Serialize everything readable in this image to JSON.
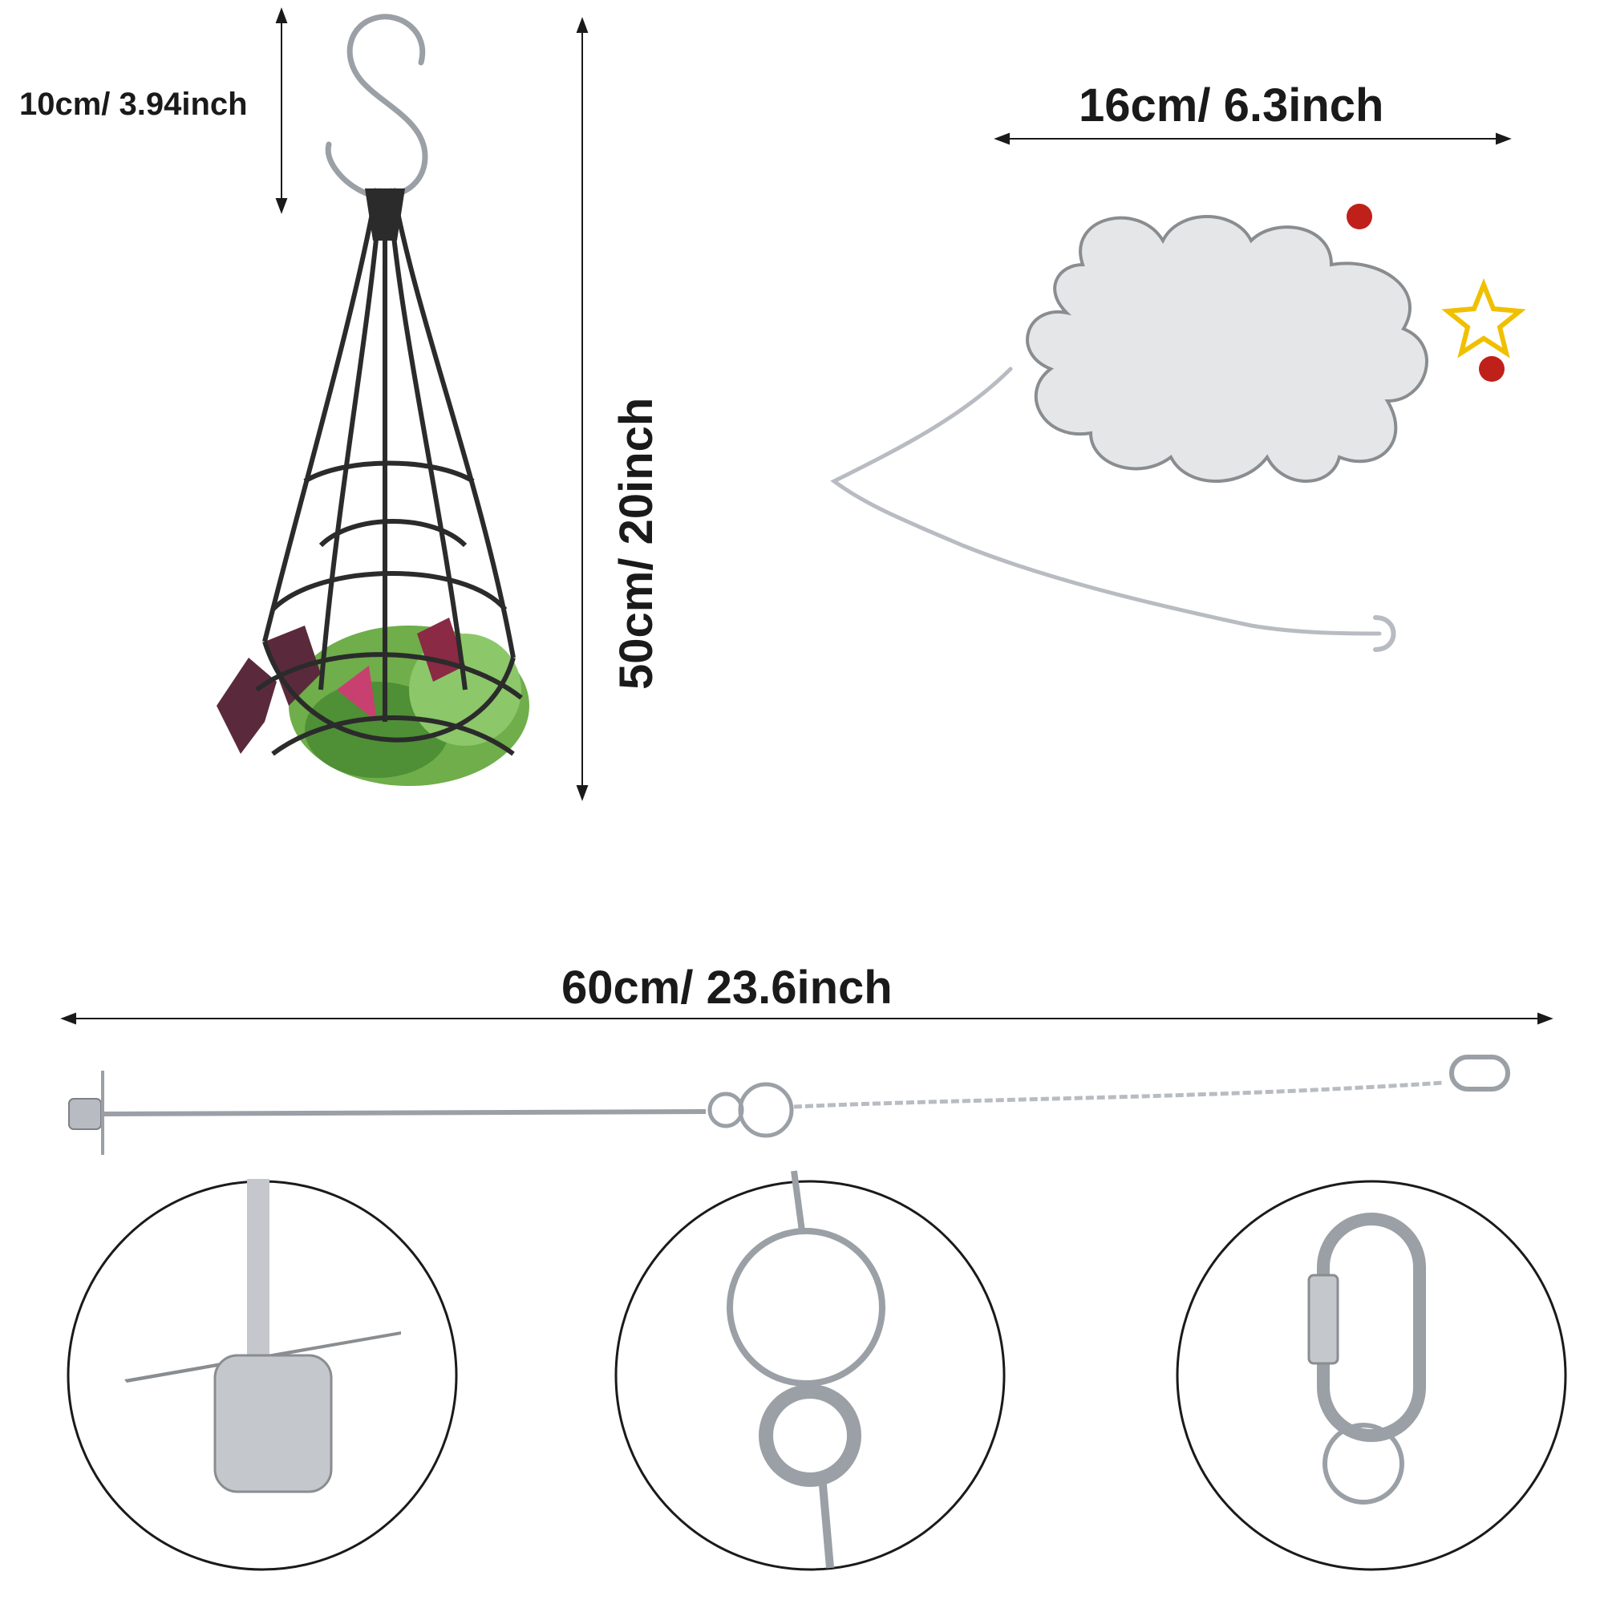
{
  "dimensions": {
    "hook": "10cm/ 3.94inch",
    "net_length": "50cm/ 20inch",
    "mirror_width": "16cm/ 6.3inch",
    "skewer_length": "60cm/ 23.6inch"
  },
  "colors": {
    "ink": "#1a1a1a",
    "metal": "#b8bcc2",
    "net": "#2b2b2b",
    "lettuce": "#6fae4a",
    "purple_leaf": "#5a2a3c",
    "bead": "#c0201a",
    "star": "#f0c000",
    "mirror": "#e4e6e8"
  }
}
